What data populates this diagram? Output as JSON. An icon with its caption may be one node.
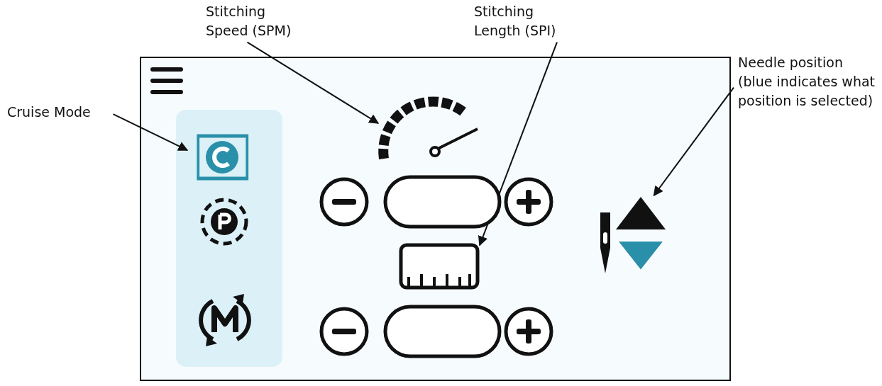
{
  "diagram": {
    "nodes": [
      {
        "text": [
          "Cruise Mode"
        ]
      },
      {
        "text": [],
        "shape": "box"
      },
      {
        "text": [
          "Stitching Speed (SPM)"
        ]
      },
      {
        "text": [],
        "shape": "gauge"
      },
      {
        "text": [
          "Stitching Length (SPI)"
        ]
      },
      {
        "text": [],
        "shape": "box"
      },
      {
        "text": [
          "Needle position (blue indicates what position is selected)"
        ]
      },
      {
        "text": [],
        "shape": "triangle"
      }
    ],
    "edges": [
      {
        "from": 0,
        "to": 1,
        "arrow": "to"
      },
      {
        "from": 2,
        "to": 3,
        "arrow": "to"
      },
      {
        "from": 4,
        "to": 5,
        "arrow": "to"
      },
      {
        "from": 6,
        "to": 7,
        "arrow": "to"
      }
    ]
  }
}
